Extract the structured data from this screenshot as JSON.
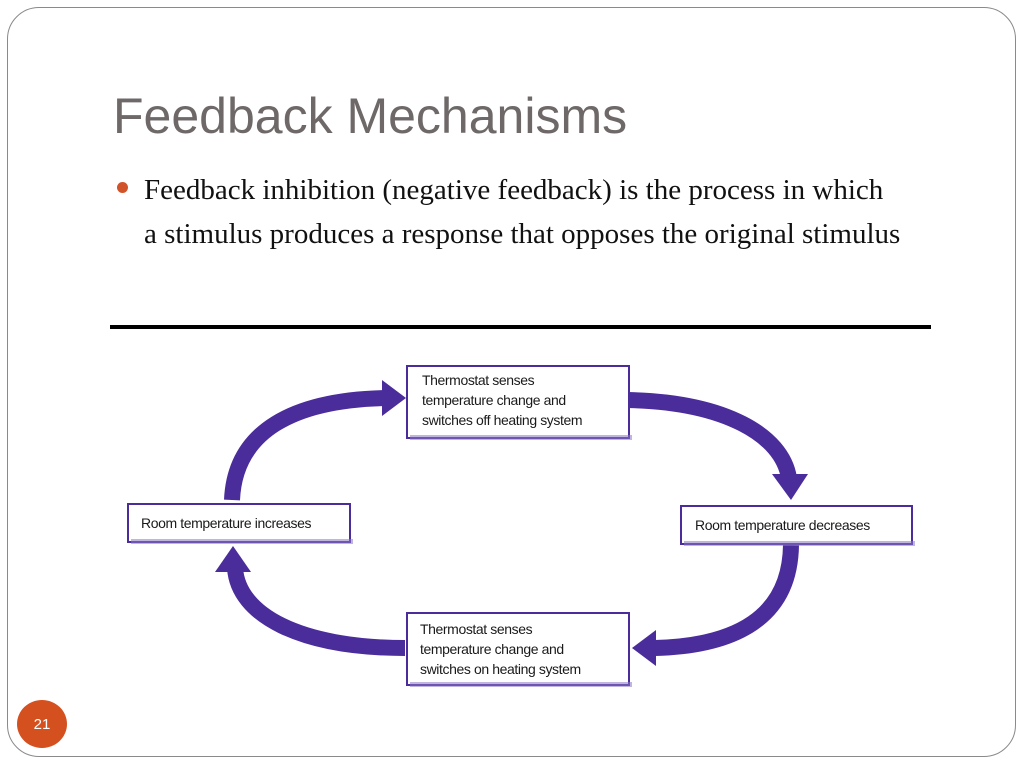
{
  "slide": {
    "title": "Feedback Mechanisms",
    "bullets": [
      "Feedback inhibition (negative feedback) is the process in which a stimulus produces a response that opposes the original stimulus"
    ],
    "page_number": "21"
  },
  "diagram": {
    "nodes": {
      "top": [
        "Thermostat senses",
        "temperature change and",
        "switches off heating system"
      ],
      "right": [
        "Room temperature decreases"
      ],
      "bottom": [
        "Thermostat senses",
        "temperature change and",
        "switches on heating system"
      ],
      "left": [
        "Room temperature increases"
      ]
    },
    "arrow_color": "#4a2c9a"
  },
  "colors": {
    "accent": "#d4501f",
    "title": "#6e6868"
  }
}
